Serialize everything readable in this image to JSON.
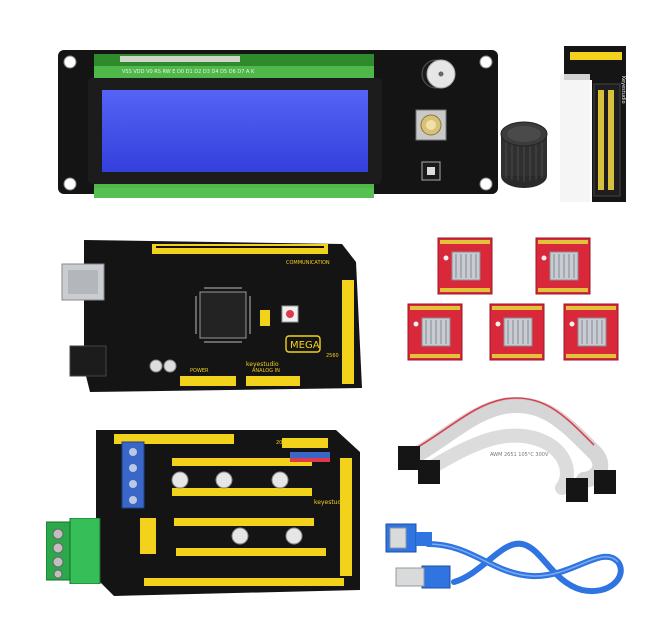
{
  "image": {
    "lcd_pin_labels": "VSS VDD V0 RS RW E D0 D1 D2 D3 D4 D5 D6 D7 A K",
    "adapter_brand": "Keyestudio",
    "mega_brand": "keyestudio",
    "mega_model": "MEGA",
    "mega_model_number": "2560",
    "mega_header_communication": "COMMUNICATION",
    "mega_header_analog": "ANALOG IN",
    "mega_header_power": "POWER",
    "ramps_brand": "keyestudio",
    "ramps_header_numbers": "20 21A16 18",
    "cable_marking": "AWM 2651 105°C 300V",
    "colors": {
      "lcd_screen": "#3f4df0",
      "pcb_black": "#111111",
      "header_yellow": "#f2d21b",
      "stepper_red": "#d8283a",
      "heatsink": "#c8ccd2",
      "terminal_blue": "#3a66c8",
      "terminal_green": "#2aa84a",
      "usb_blue": "#2f74e0",
      "ribbon_gray": "#d6d6d6"
    }
  }
}
